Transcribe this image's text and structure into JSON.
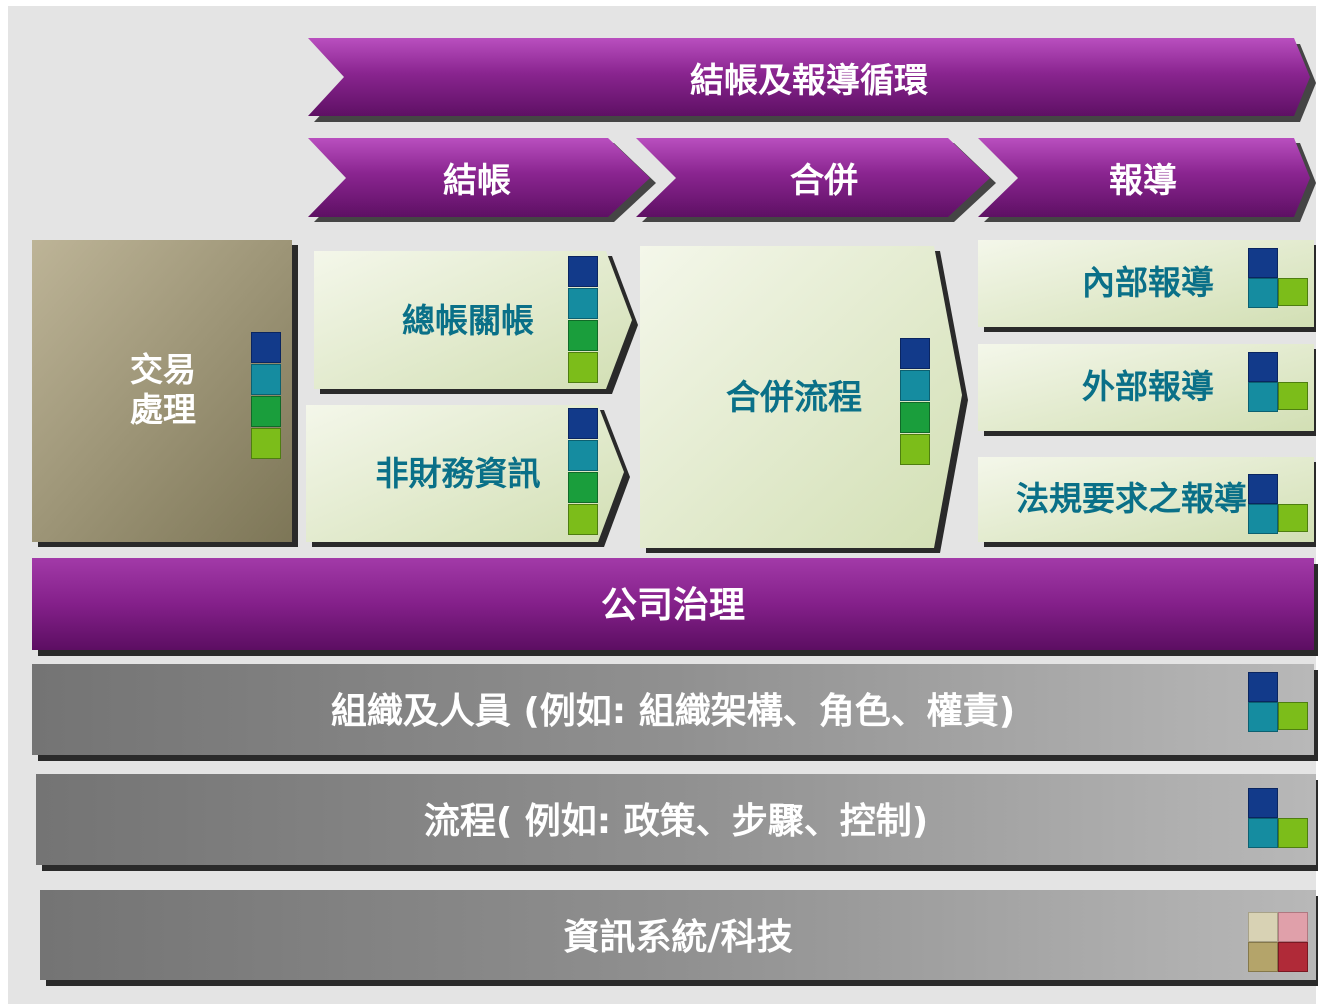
{
  "cycle": {
    "title": "結帳及報導循環"
  },
  "phases": [
    {
      "label": "結帳"
    },
    {
      "label": "合併"
    },
    {
      "label": "報導"
    }
  ],
  "transaction": {
    "label_line1": "交易",
    "label_line2": "處理"
  },
  "closing": [
    {
      "label": "總帳關帳"
    },
    {
      "label": "非財務資訊"
    }
  ],
  "consolidation": {
    "label": "合併流程"
  },
  "reporting": [
    {
      "label": "內部報導"
    },
    {
      "label": "外部報導"
    },
    {
      "label": "法規要求之報導"
    }
  ],
  "governance": {
    "label": "公司治理"
  },
  "layers": [
    {
      "label": "組織及人員 (例如: 組織架構、角色、權責)"
    },
    {
      "label": "流程( 例如: 政策、步驟、控制)"
    },
    {
      "label": "資訊系統/科技"
    }
  ],
  "colors": {
    "purple": "#8a2590",
    "purple_dark": "#5a0e60",
    "olive": "#9b9374",
    "light_green": "#e4ecd0",
    "gray_bar": "#8a8a8a",
    "text_teal": "#0a7088",
    "icon_navy": "#123a8a",
    "icon_teal": "#158ca0",
    "icon_green": "#1a9e3c",
    "icon_lime": "#7cbd1a",
    "icon_beige": "#d8d2b4",
    "icon_pink": "#e0a0aa",
    "icon_tan": "#b4a46a",
    "icon_red": "#b02a38"
  },
  "icons": {
    "stack": "four-square-vertical-icon",
    "cluster": "l-shaped-block-icon",
    "cluster_muted": "muted-l-shaped-block-icon"
  }
}
